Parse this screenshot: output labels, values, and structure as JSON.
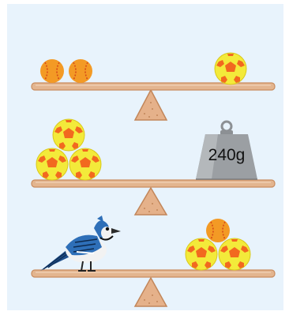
{
  "colors": {
    "background": "#e8f3fc",
    "plank": "#e3b58f",
    "plank_edge": "#c98c5e",
    "fulcrum": "#e5b18a",
    "fulcrum_edge": "#c2865a",
    "soccer_yellow": "#f3ea3a",
    "soccer_patch": "#f2691f",
    "baseball_orange": "#f39a25",
    "baseball_seam": "#d64a1a",
    "weight_body": "#9b9fa3",
    "bird_blue": "#2e6fb8",
    "bird_white": "#f2f2f2"
  },
  "weights": [
    {
      "label": "240g"
    }
  ],
  "icons": [
    "baseball-icon",
    "soccer-ball-icon",
    "weight-icon",
    "blue-jay-icon",
    "fulcrum-icon"
  ],
  "scales": [
    {
      "left": [
        "baseball",
        "baseball"
      ],
      "right": [
        "soccer-ball"
      ]
    },
    {
      "left": [
        "soccer-ball",
        "soccer-ball",
        "soccer-ball"
      ],
      "right": [
        "weight-240g"
      ]
    },
    {
      "left": [
        "blue-jay"
      ],
      "right": [
        "baseball",
        "soccer-ball",
        "soccer-ball"
      ]
    }
  ]
}
